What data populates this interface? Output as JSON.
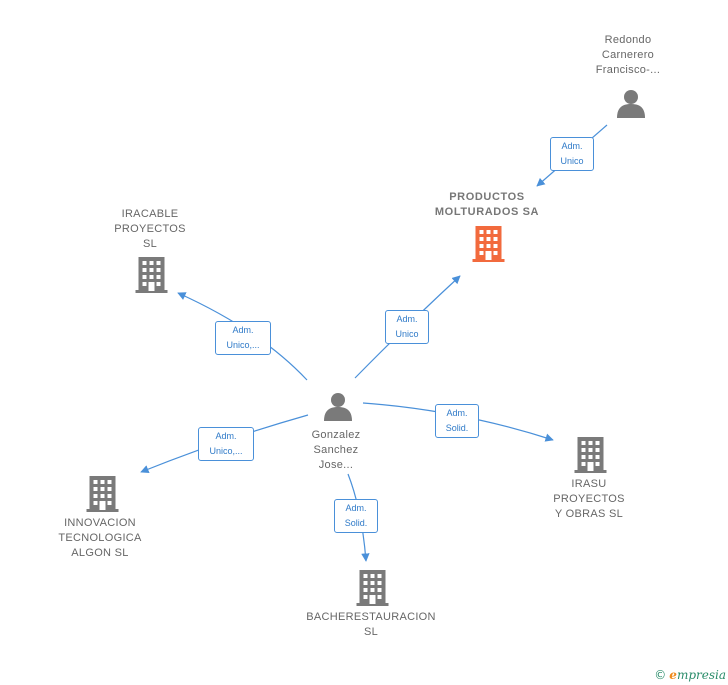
{
  "nodes": {
    "redondo": {
      "label": "Redondo\nCarnerero\nFrancisco-...",
      "type": "person"
    },
    "productos": {
      "label": "PRODUCTOS\nMOLTURADOS SA",
      "type": "company-main"
    },
    "iracable": {
      "label": "IRACABLE\nPROYECTOS\nSL",
      "type": "company"
    },
    "gonzalez": {
      "label": "Gonzalez\nSanchez\nJose...",
      "type": "person"
    },
    "innovacion": {
      "label": "INNOVACION\nTECNOLOGICA\nALGON  SL",
      "type": "company"
    },
    "irasu": {
      "label": "IRASU\nPROYECTOS\nY OBRAS  SL",
      "type": "company"
    },
    "bacherestauracion": {
      "label": "BACHERESTAURACION\nSL",
      "type": "company"
    }
  },
  "edges": {
    "redondo_productos": "Adm.\nUnico",
    "gonzalez_productos": "Adm.\nUnico",
    "gonzalez_iracable": "Adm.\nUnico,...",
    "gonzalez_innovacion": "Adm.\nUnico,...",
    "gonzalez_irasu": "Adm.\nSolid.",
    "gonzalez_bacherestauracion": "Adm.\nSolid."
  },
  "colors": {
    "edge": "#4a90d9",
    "company": "#7a7a7a",
    "company_main": "#f26a3d",
    "person": "#7a7a7a"
  },
  "footer": {
    "copyright": "©",
    "brand_initial": "e",
    "brand_rest": "mpresia"
  }
}
